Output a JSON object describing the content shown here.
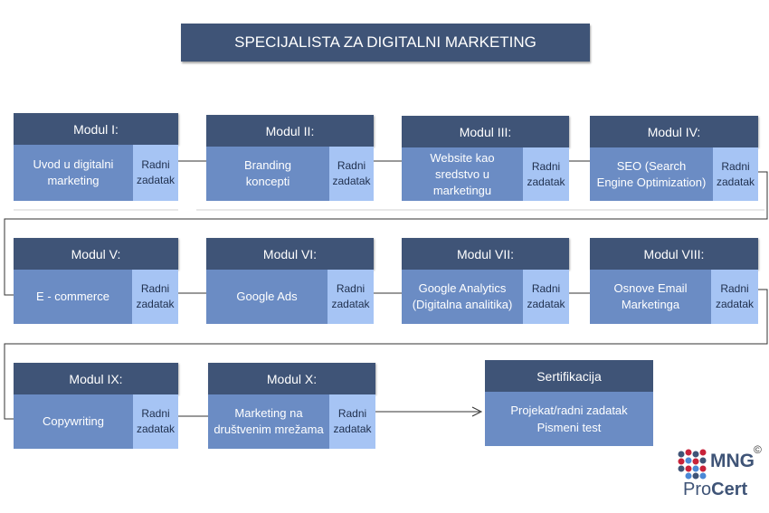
{
  "title": "SPECIJALISTA ZA DIGITALNI MARKETING",
  "task_label_line1": "Radni",
  "task_label_line2": "zadatak",
  "modules": [
    {
      "header": "Modul I:",
      "body": [
        "Uvod u digitalni",
        "marketing"
      ]
    },
    {
      "header": "Modul II:",
      "body": [
        "Branding",
        "koncepti"
      ]
    },
    {
      "header": "Modul III:",
      "body": [
        "Website kao",
        "sredstvo u",
        "marketingu"
      ]
    },
    {
      "header": "Modul IV:",
      "body": [
        "SEO (Search",
        "Engine Optimization)"
      ]
    },
    {
      "header": "Modul V:",
      "body": [
        "E - commerce"
      ]
    },
    {
      "header": "Modul VI:",
      "body": [
        "Google Ads"
      ]
    },
    {
      "header": "Modul VII:",
      "body": [
        "Google Analytics",
        "(Digitalna analitika)"
      ]
    },
    {
      "header": "Modul VIII:",
      "body": [
        "Osnove Email",
        "Marketinga"
      ]
    },
    {
      "header": "Modul IX:",
      "body": [
        "Copywriting"
      ]
    },
    {
      "header": "Modul X:",
      "body": [
        "Marketing na",
        "društvenim mrežama"
      ]
    }
  ],
  "certification": {
    "header": "Sertifikacija",
    "line1": "Projekat/radni zadatak",
    "line2": "Pismeni test"
  },
  "logo": {
    "brand": "MNG",
    "pro": "Pro",
    "cert": "Cert",
    "copyright": "©"
  },
  "colors": {
    "header": "#3f5477",
    "body": "#6b8cc4",
    "task": "#a6c4f4"
  }
}
